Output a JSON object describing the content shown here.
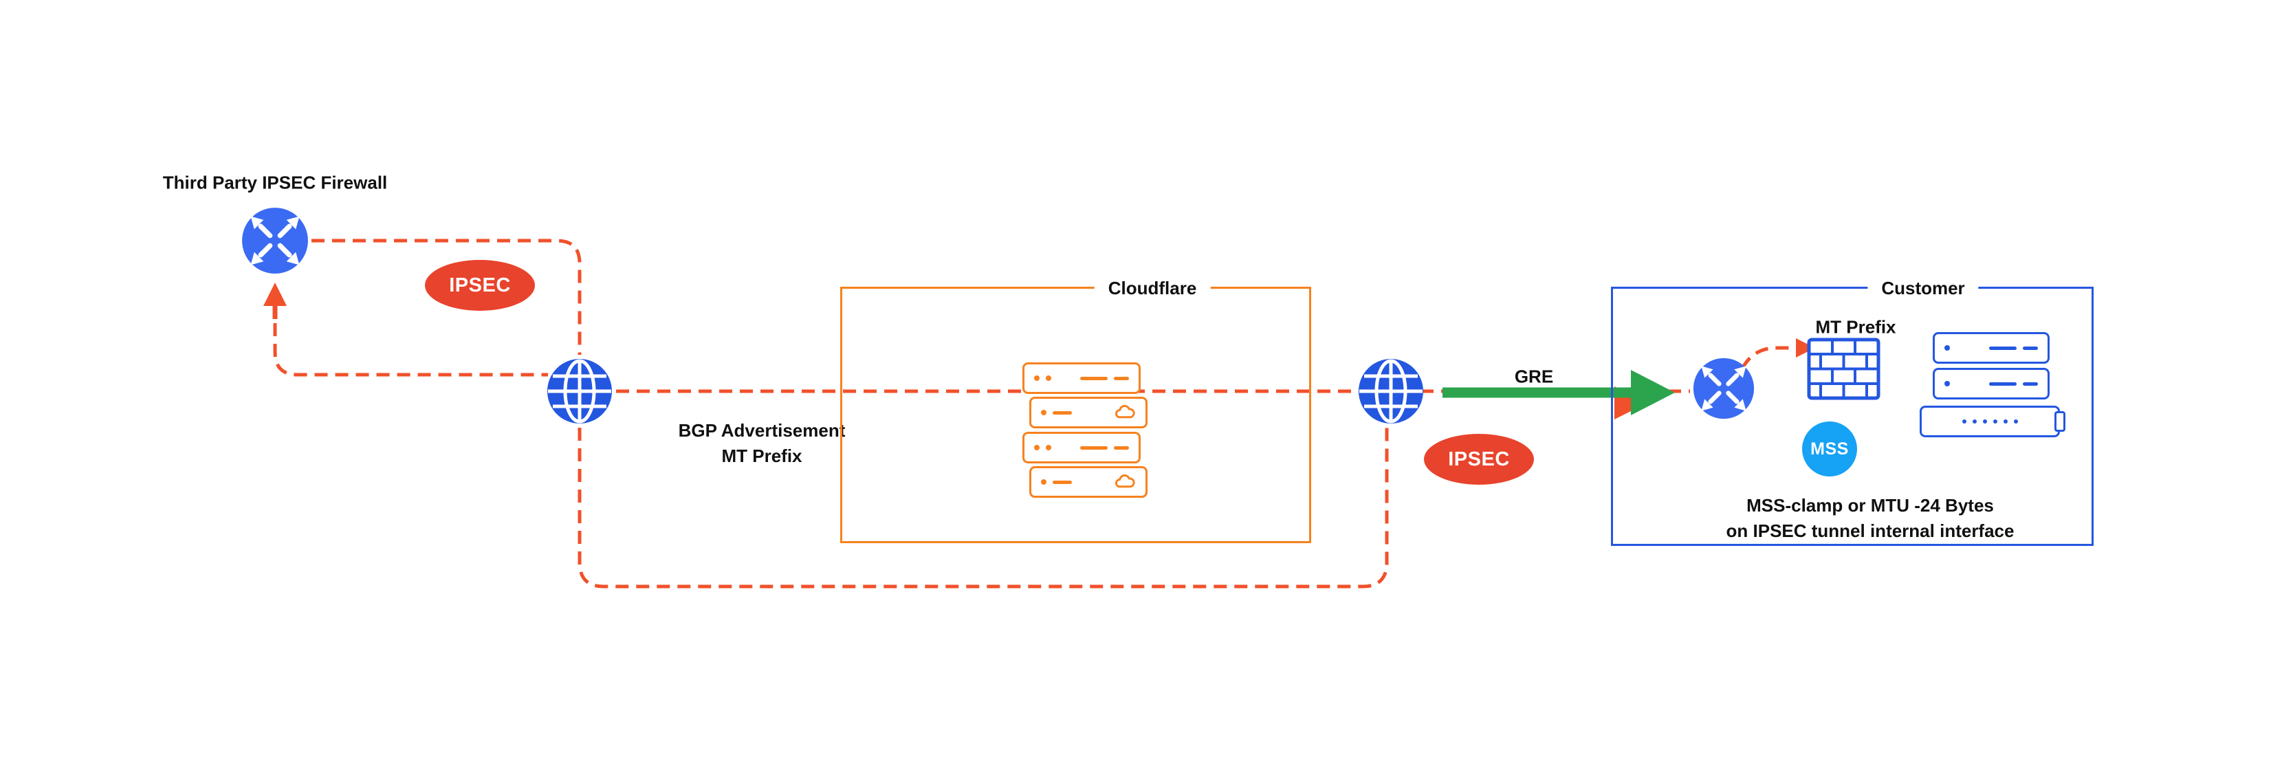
{
  "palette": {
    "tunnel_red": "#f0512b",
    "badge_red": "#e8432c",
    "cloudflare_orange": "#f6821f",
    "blue": "#2457e0",
    "router_blue": "#3a6bf2",
    "mss_blue": "#16a2f5",
    "gre_green": "#2ca44d",
    "text": "#101010",
    "background": "#ffffff"
  },
  "icons": {
    "router": "router-icon",
    "globe": "globe-icon",
    "brick_firewall": "brick-firewall-icon",
    "server": "server-icon",
    "cloud": "cloud-icon"
  },
  "diagram": {
    "third_party": {
      "label": "Third Party IPSEC Firewall"
    },
    "tunnel_left": {
      "badge": "IPSEC"
    },
    "bgp": {
      "line1": "BGP Advertisement",
      "line2": "MT Prefix"
    },
    "cloudflare": {
      "label": "Cloudflare"
    },
    "gre": {
      "label": "GRE"
    },
    "tunnel_right": {
      "badge": "IPSEC"
    },
    "customer": {
      "label": "Customer",
      "mt_prefix": "MT Prefix",
      "mss_badge": "MSS",
      "note_line1": "MSS-clamp or MTU -24 Bytes",
      "note_line2": "on IPSEC tunnel internal interface"
    }
  }
}
